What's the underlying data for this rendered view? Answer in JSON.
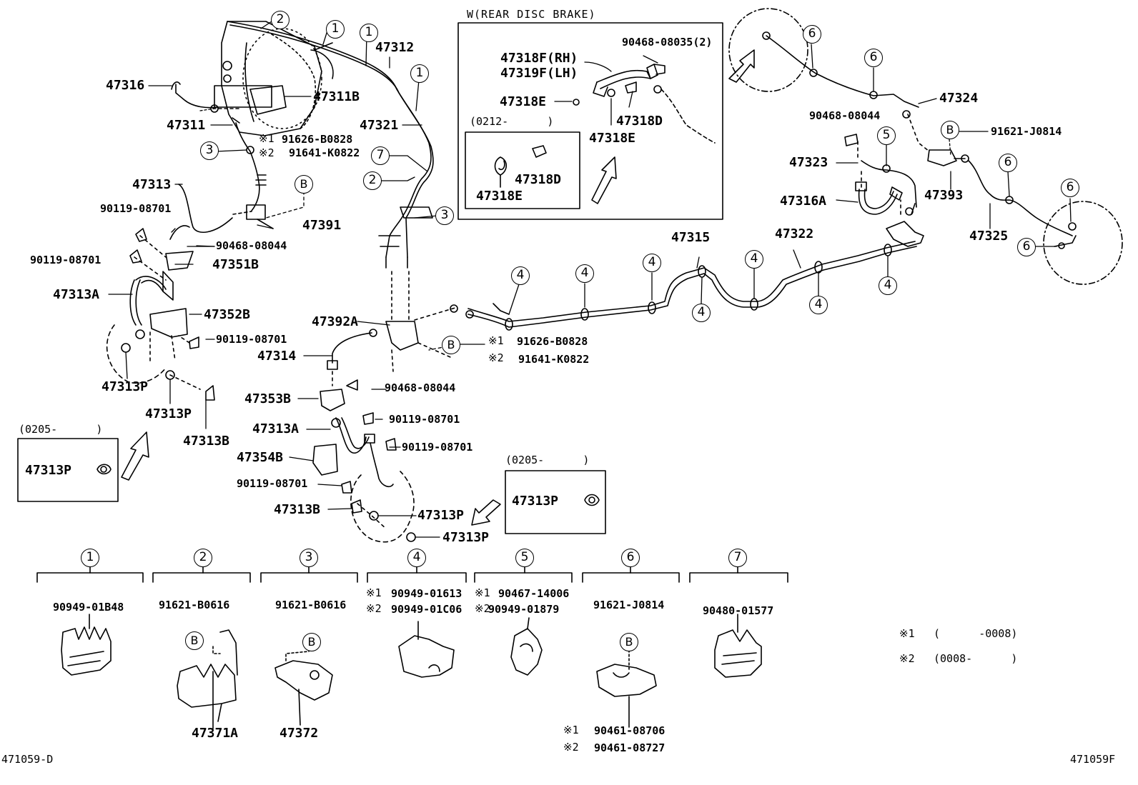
{
  "parts": {
    "p47316": "47316",
    "p47311B": "47311B",
    "p47311": "47311",
    "p47313": "47313",
    "p90119_a": "90119-08701",
    "p90119_b": "90119-08701",
    "p47313A_l": "47313A",
    "p47351B": "47351B",
    "p47352B": "47352B",
    "p90119_c": "90119-08701",
    "p47313P_a": "47313P",
    "p47313P_b": "47313P",
    "p47313B_l": "47313B",
    "p47391": "47391",
    "p90468_l": "90468-08044",
    "p47312": "47312",
    "p47321": "47321",
    "n1_a": "※1",
    "n2_a": "※2",
    "p91626_a": "91626-B0828",
    "p91641_a": "91641-K0822",
    "p47392A": "47392A",
    "p47314": "47314",
    "n1_b": "※1",
    "n2_b": "※2",
    "p91626_b": "91626-B0828",
    "p91641_b": "91641-K0822",
    "p47353B": "47353B",
    "p90468_m": "90468-08044",
    "p90119_d": "90119-08701",
    "p47313A_m": "47313A",
    "p90119_e": "90119-08701",
    "p47354B": "47354B",
    "p90119_f": "90119-08701",
    "p47313B_m": "47313B",
    "p47313P_c": "47313P",
    "p47313P_d": "47313P",
    "p47315": "47315",
    "p47322": "47322",
    "p47324": "47324",
    "p90468_r": "90468-08044",
    "p91621_J": "91621-J0814",
    "p47323": "47323",
    "p47316A": "47316A",
    "p47393": "47393",
    "p47325": "47325"
  },
  "inset_rear": {
    "title": "W(REAR DISC BRAKE)",
    "p47318F": "47318F(RH)",
    "p47319F": "47319F(LH)",
    "p90468_08035": "90468-08035(2)",
    "p47318E": "47318E",
    "p47318D": "47318D",
    "p47318E_2": "47318E",
    "date": "(0212-      )",
    "sub_47318D": "47318D",
    "sub_47318E": "47318E"
  },
  "inset_left": {
    "date": "(0205-      )",
    "part": "47313P"
  },
  "inset_mid": {
    "date": "(0205-      )",
    "part": "47313P"
  },
  "clamps": [
    {
      "num": "1",
      "part": "90949-01B48"
    },
    {
      "num": "2",
      "part": "91621-B0616",
      "sub": "47371A"
    },
    {
      "num": "3",
      "part": "91621-B0616",
      "sub": "47372"
    },
    {
      "num": "4",
      "n1": "※1",
      "p1": "90949-01613",
      "n2": "※2",
      "p2": "90949-01C06"
    },
    {
      "num": "5",
      "n1": "※1",
      "p1": "90467-14006",
      "n2": "※2",
      "p2": "90949-01879"
    },
    {
      "num": "6",
      "part": "91621-J0814",
      "n1": "※1",
      "p1": "90461-08706",
      "n2": "※2",
      "p2": "90461-08727"
    },
    {
      "num": "7",
      "part": "90480-01577"
    }
  ],
  "callout_marks": {
    "one": "1",
    "two": "2",
    "three": "3",
    "four": "4",
    "five": "5",
    "six": "6",
    "seven": "7",
    "b": "B"
  },
  "notes": {
    "n1_mark": "※1",
    "n1_range": "(      -0008)",
    "n2_mark": "※2",
    "n2_range": "(0008-      )"
  },
  "footer": {
    "left_code": "471059-D",
    "right_code": "471059F"
  }
}
